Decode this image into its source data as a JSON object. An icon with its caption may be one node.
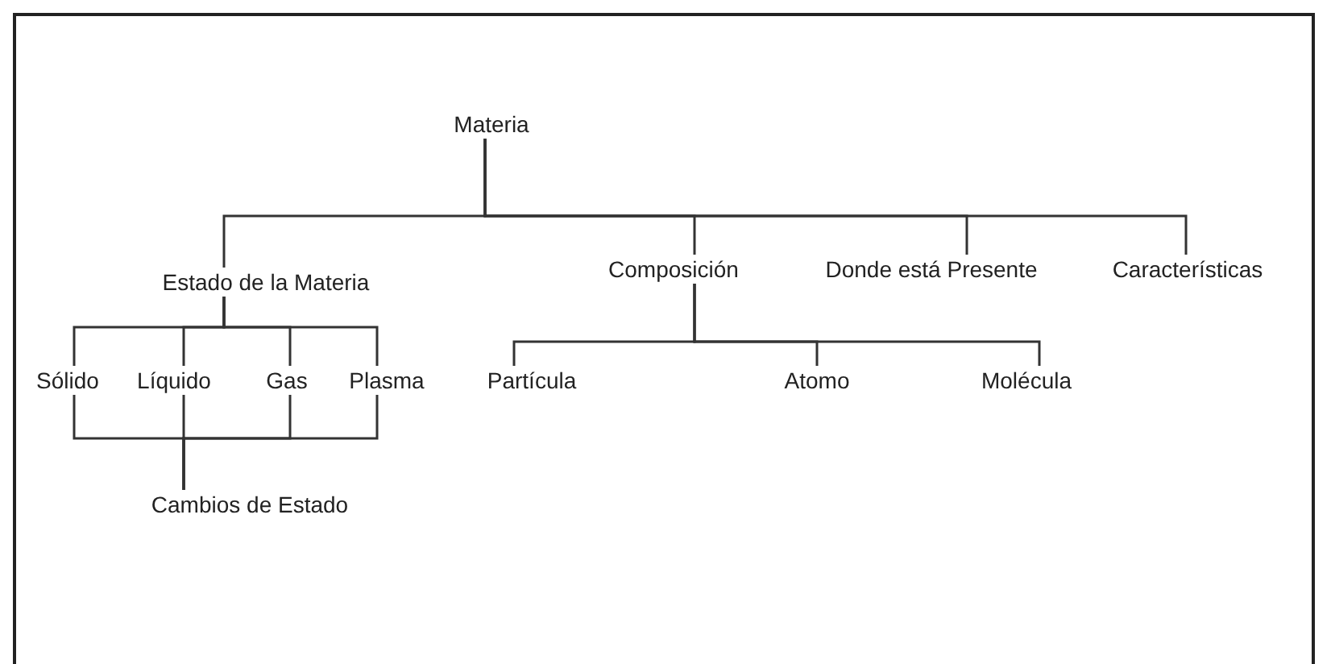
{
  "diagram": {
    "nodes": [
      {
        "text": [
          "Materia"
        ]
      },
      {
        "text": [
          "Estado de la Materia"
        ]
      },
      {
        "text": [
          "Composición"
        ]
      },
      {
        "text": [
          "Donde está Presente"
        ]
      },
      {
        "text": [
          "Características"
        ]
      },
      {
        "text": [
          "Sólido"
        ]
      },
      {
        "text": [
          "Líquido"
        ]
      },
      {
        "text": [
          "Gas"
        ]
      },
      {
        "text": [
          "Plasma"
        ]
      },
      {
        "text": [
          "Partícula"
        ]
      },
      {
        "text": [
          "Atomo"
        ]
      },
      {
        "text": [
          "Molécula"
        ]
      },
      {
        "text": [
          "Cambios de Estado"
        ]
      }
    ],
    "edges": [
      {
        "from": 0,
        "to": 1,
        "arrow": "none"
      },
      {
        "from": 0,
        "to": 2,
        "arrow": "none"
      },
      {
        "from": 0,
        "to": 3,
        "arrow": "none"
      },
      {
        "from": 0,
        "to": 4,
        "arrow": "none"
      },
      {
        "from": 1,
        "to": 5,
        "arrow": "none"
      },
      {
        "from": 1,
        "to": 6,
        "arrow": "none"
      },
      {
        "from": 1,
        "to": 7,
        "arrow": "none"
      },
      {
        "from": 1,
        "to": 8,
        "arrow": "none"
      },
      {
        "from": 2,
        "to": 9,
        "arrow": "none"
      },
      {
        "from": 2,
        "to": 10,
        "arrow": "none"
      },
      {
        "from": 2,
        "to": 11,
        "arrow": "none"
      },
      {
        "from": 5,
        "to": 12,
        "arrow": "none"
      },
      {
        "from": 6,
        "to": 12,
        "arrow": "none"
      },
      {
        "from": 7,
        "to": 12,
        "arrow": "none"
      },
      {
        "from": 8,
        "to": 12,
        "arrow": "none"
      }
    ]
  }
}
